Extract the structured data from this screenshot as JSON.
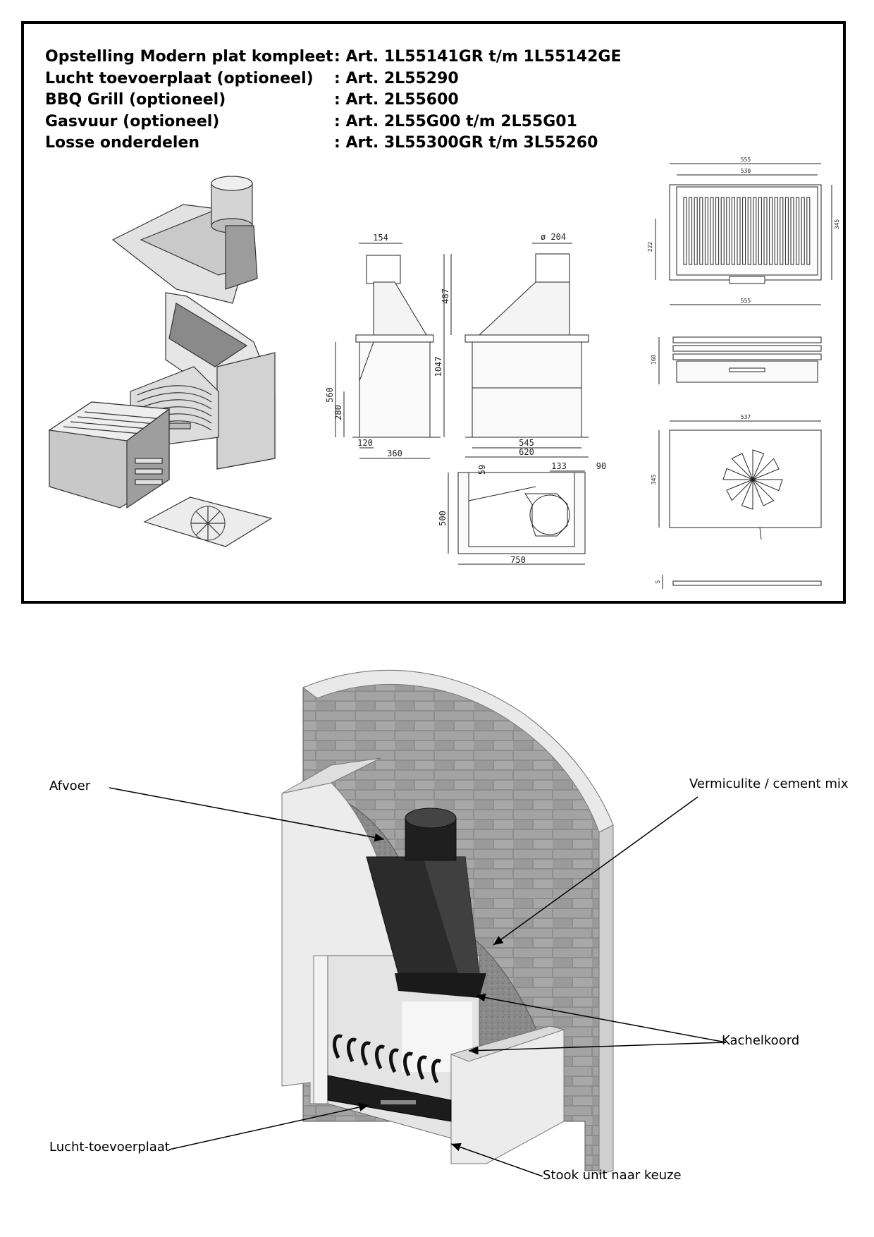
{
  "specs": [
    {
      "name": "Opstelling Modern plat kompleet",
      "art": ": Art. 1L55141GR t/m 1L55142GE"
    },
    {
      "name": "Lucht toevoerplaat (optioneel)",
      "art": ": Art. 2L55290"
    },
    {
      "name": "BBQ Grill (optioneel)",
      "art": ": Art. 2L55600"
    },
    {
      "name": "Gasvuur (optioneel)",
      "art": ": Art. 2L55G00 t/m 2L55G01"
    },
    {
      "name": "Losse onderdelen",
      "art": ": Art. 3L55300GR t/m 3L55260"
    }
  ],
  "dimensions": {
    "side_top": "154",
    "side_height_lower": "560",
    "side_height_inner": "280",
    "side_base_inner": "120",
    "side_base": "360",
    "front_diameter": "ø 204",
    "front_height_upper": "487",
    "front_height_total": "1047",
    "front_width_inner": "545",
    "front_width": "620",
    "plan_offset": "59",
    "plan_flue_center": "133",
    "plan_flue_edge": "90",
    "plan_depth": "500",
    "plan_width": "750",
    "grill_width_outer": "555",
    "grill_width_inner": "530",
    "grill_depth_left": "222",
    "grill_depth_right": "345",
    "grill_width_bottom": "555",
    "grill_height": "168",
    "plate_width": "537",
    "plate_depth": "345",
    "plate_thickness": "5"
  },
  "callouts": {
    "afvoer": "Afvoer",
    "vermiculite": "Vermiculite / cement mix",
    "kachelkoord": "Kachelkoord",
    "lucht": "Lucht-toevoerplaat",
    "stook": "Stook unit naar keuze"
  }
}
